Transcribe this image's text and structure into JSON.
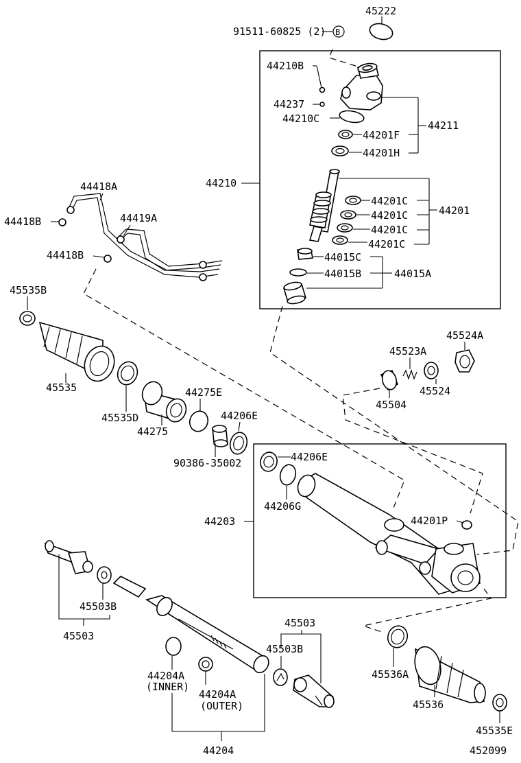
{
  "labels": {
    "45222": "45222",
    "91511": "91511-60825 (2)",
    "bolt_b": "B",
    "44210B": "44210B",
    "44237": "44237",
    "44210C": "44210C",
    "44201F": "44201F",
    "44201H": "44201H",
    "44211": "44211",
    "44210": "44210",
    "44201C_1": "44201C",
    "44201C_2": "44201C",
    "44201C_3": "44201C",
    "44201C_4": "44201C",
    "44201": "44201",
    "44015C": "44015C",
    "44015B": "44015B",
    "44015A": "44015A",
    "44418A": "44418A",
    "44418B_1": "44418B",
    "44418B_2": "44418B",
    "44419A": "44419A",
    "45535B": "45535B",
    "45535": "45535",
    "45535D": "45535D",
    "44275": "44275",
    "44275E": "44275E",
    "44206E_1": "44206E",
    "90386": "90386-35002",
    "45523A": "45523A",
    "45524A": "45524A",
    "45504": "45504",
    "45524": "45524",
    "44206E_2": "44206E",
    "44206G": "44206G",
    "44201P": "44201P",
    "44203": "44203",
    "45503B_1": "45503B",
    "45503_1": "45503",
    "45503_2": "45503",
    "45503B_2": "45503B",
    "44204A_1": "44204A",
    "inner": "(INNER)",
    "44204A_2": "44204A",
    "outer": "(OUTER)",
    "44204": "44204",
    "45536A": "45536A",
    "45536": "45536",
    "45535E": "45535E",
    "ref": "452099"
  }
}
